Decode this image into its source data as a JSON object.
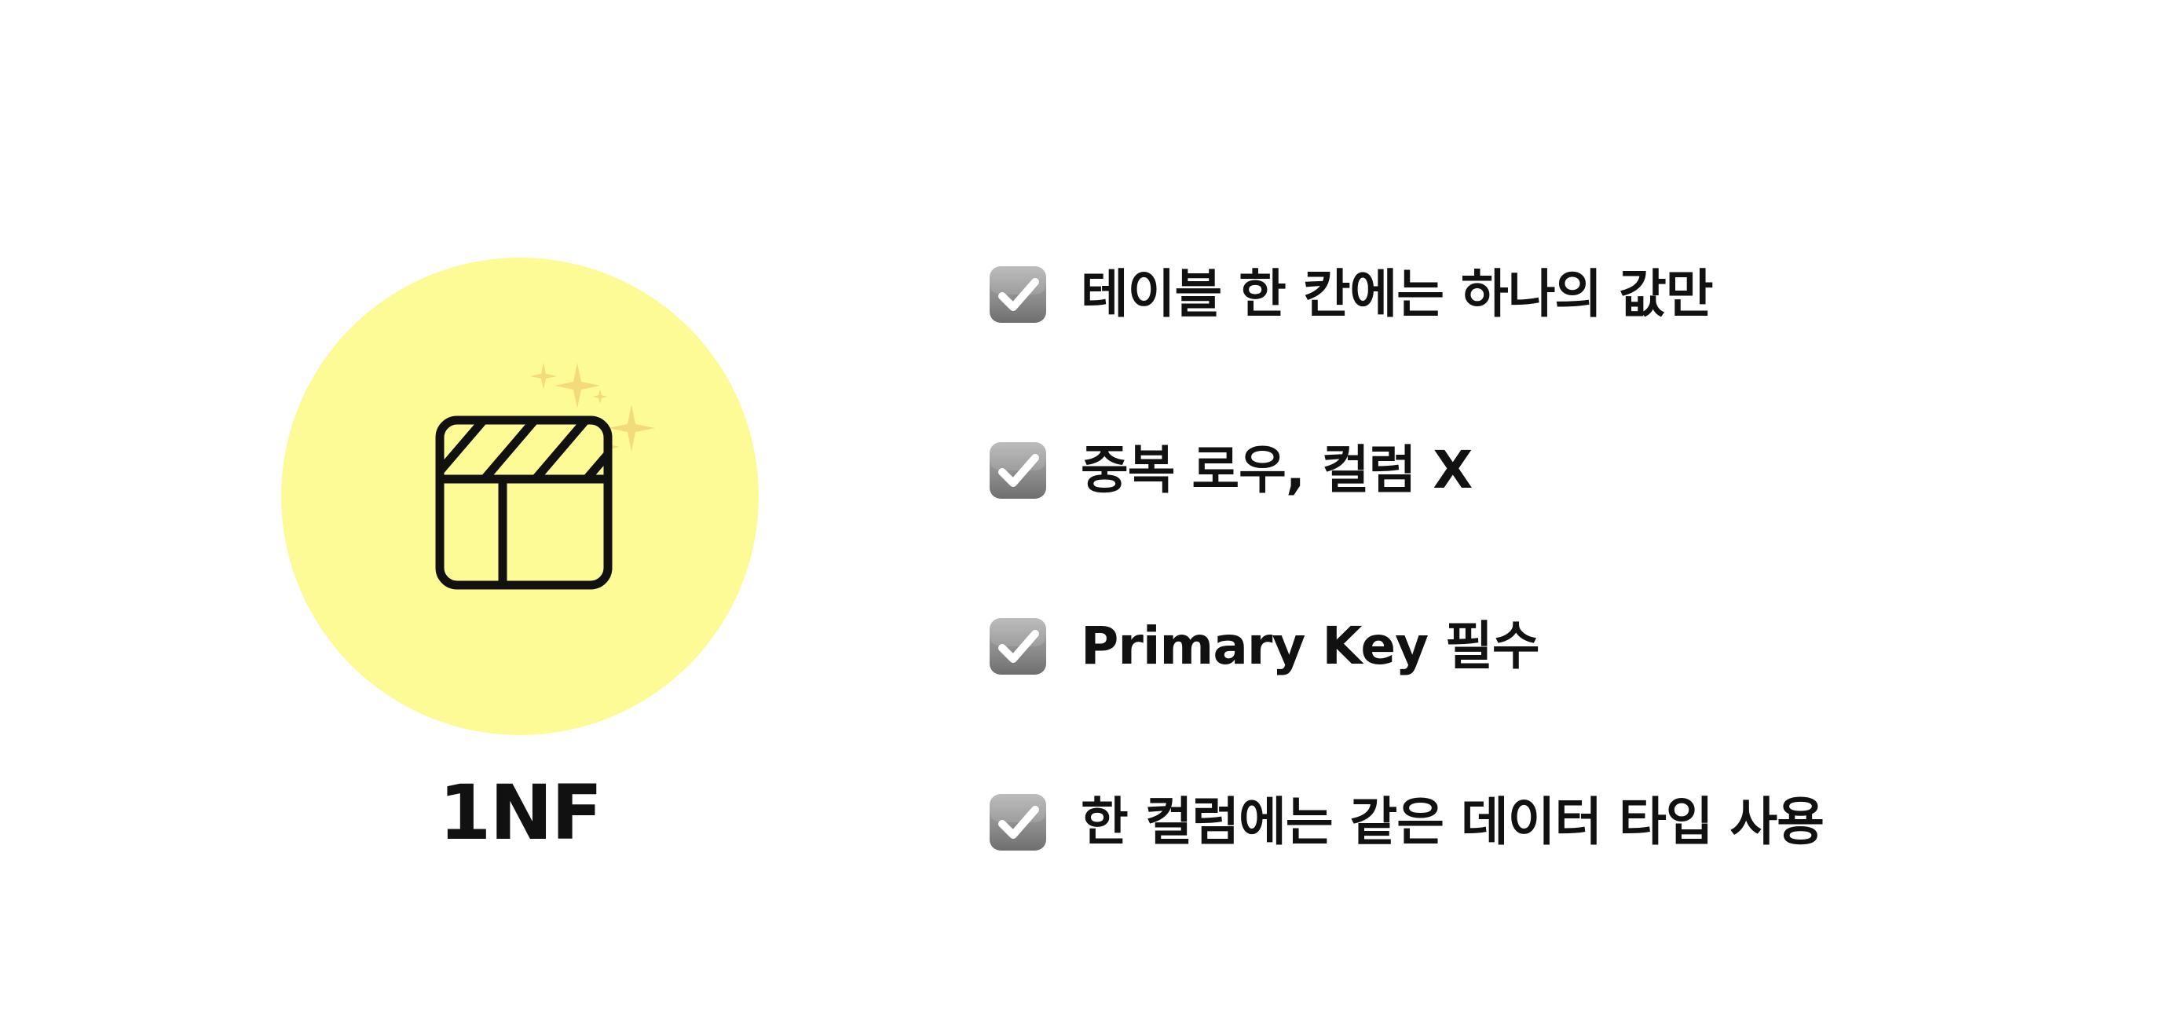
{
  "badge": {
    "label": "1NF",
    "icon": "clapperboard-sparkles-icon",
    "circle_color": "#fdfb96"
  },
  "checklist": {
    "icon": "checked-checkbox-icon",
    "items": [
      {
        "text": "테이블 한 칸에는 하나의 값만"
      },
      {
        "text": "중복 로우, 컬럼 X"
      },
      {
        "text": "Primary Key 필수"
      },
      {
        "text": "한 컬럼에는 같은 데이터 타입 사용"
      }
    ]
  },
  "colors": {
    "background": "#ffffff",
    "text": "#111111",
    "checkbox": "#8a8a8a",
    "sparkle": "#f3d97a"
  }
}
